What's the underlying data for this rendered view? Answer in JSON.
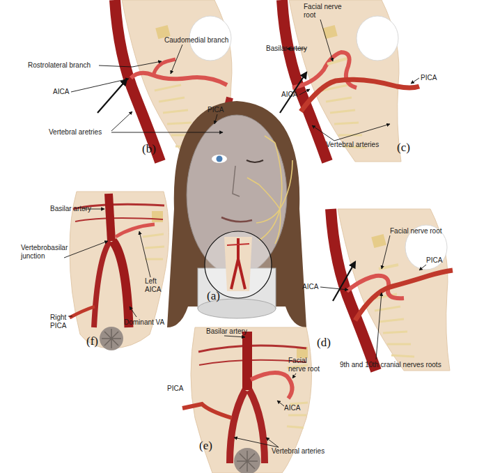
{
  "diagram": {
    "labels": [
      "Rostrolateral branch",
      "Caudomedial branch",
      "AICA",
      "PICA",
      "Vertebral aretries",
      "(b)",
      "Facial nerve root",
      "Basilar artery",
      "PICA",
      "AICA",
      "Vertebral arteries",
      "(c)",
      "Basilar artery",
      "Vertebrobasilar junction",
      "Left AICA",
      "Right PICA",
      "Dominant VA",
      "(f)",
      "(a)",
      "Facial nerve root",
      "PICA",
      "AICA",
      "9th and 10th cranial nerves roots",
      "(d)",
      "Basilar artery",
      "Facial nerve root",
      "AICA",
      "PICA",
      "Vertebral arteries",
      "(e)"
    ]
  }
}
